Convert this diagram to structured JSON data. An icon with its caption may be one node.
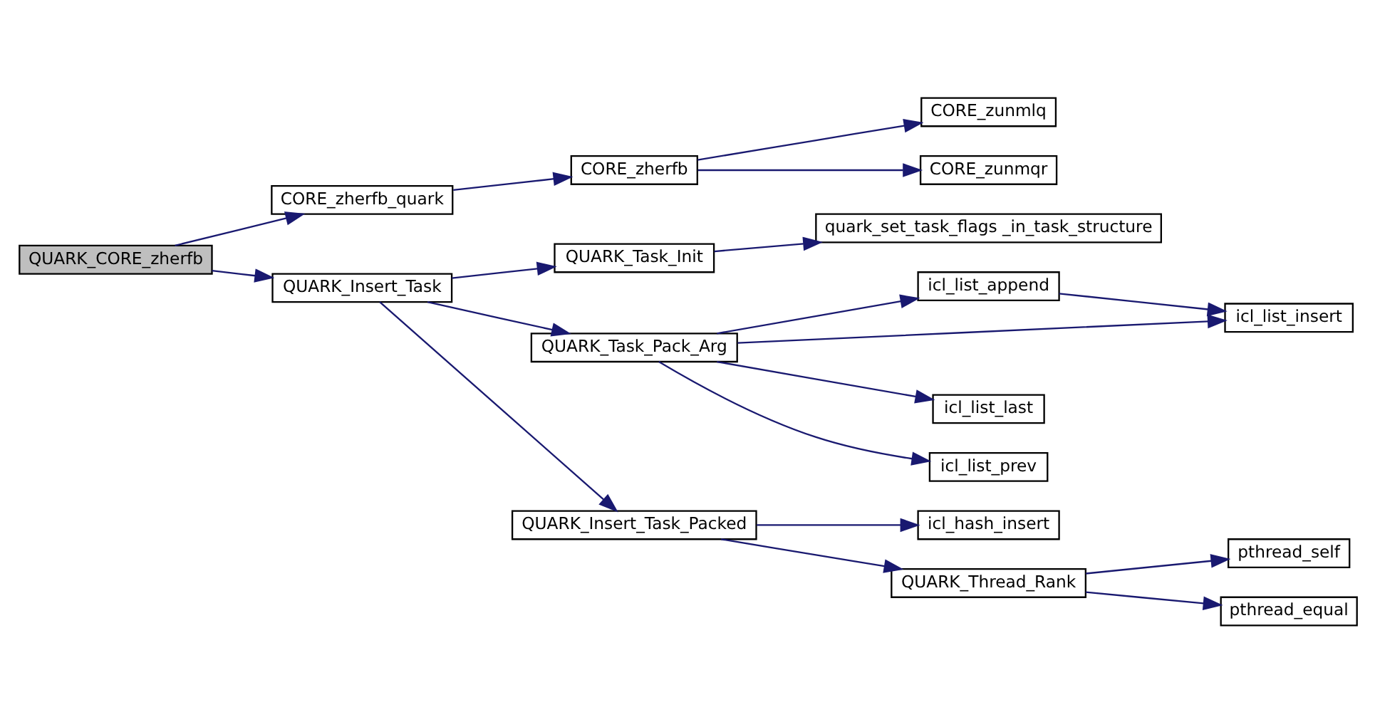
{
  "diagram": {
    "nodes": [
      {
        "text": [
          "QUARK_CORE_zherfb"
        ]
      },
      {
        "text": [
          "CORE_zherfb_quark"
        ]
      },
      {
        "text": [
          "CORE_zherfb"
        ]
      },
      {
        "text": [
          "CORE_zunmlq"
        ]
      },
      {
        "text": [
          "CORE_zunmqr"
        ]
      },
      {
        "text": [
          "QUARK_Insert_Task"
        ]
      },
      {
        "text": [
          "QUARK_Task_Init"
        ]
      },
      {
        "text": [
          "quark_set_task_flags _in_task_structure"
        ]
      },
      {
        "text": [
          "QUARK_Task_Pack_Arg"
        ]
      },
      {
        "text": [
          "icl_list_append"
        ]
      },
      {
        "text": [
          "icl_list_insert"
        ]
      },
      {
        "text": [
          "icl_list_last"
        ]
      },
      {
        "text": [
          "icl_list_prev"
        ]
      },
      {
        "text": [
          "QUARK_Insert_Task_Packed"
        ]
      },
      {
        "text": [
          "icl_hash_insert"
        ]
      },
      {
        "text": [
          "QUARK_Thread_Rank"
        ]
      },
      {
        "text": [
          "pthread_self"
        ]
      },
      {
        "text": [
          "pthread_equal"
        ]
      }
    ],
    "edges": [
      {
        "from": 0,
        "to": 1,
        "arrow": "to"
      },
      {
        "from": 0,
        "to": 5,
        "arrow": "to"
      },
      {
        "from": 1,
        "to": 2,
        "arrow": "to"
      },
      {
        "from": 2,
        "to": 3,
        "arrow": "to"
      },
      {
        "from": 2,
        "to": 4,
        "arrow": "to"
      },
      {
        "from": 5,
        "to": 6,
        "arrow": "to"
      },
      {
        "from": 5,
        "to": 8,
        "arrow": "to"
      },
      {
        "from": 5,
        "to": 13,
        "arrow": "to"
      },
      {
        "from": 6,
        "to": 7,
        "arrow": "to"
      },
      {
        "from": 8,
        "to": 9,
        "arrow": "to"
      },
      {
        "from": 8,
        "to": 10,
        "arrow": "to"
      },
      {
        "from": 8,
        "to": 11,
        "arrow": "to"
      },
      {
        "from": 8,
        "to": 12,
        "arrow": "to"
      },
      {
        "from": 9,
        "to": 10,
        "arrow": "to"
      },
      {
        "from": 13,
        "to": 14,
        "arrow": "to"
      },
      {
        "from": 13,
        "to": 15,
        "arrow": "to"
      },
      {
        "from": 15,
        "to": 16,
        "arrow": "to"
      },
      {
        "from": 15,
        "to": 17,
        "arrow": "to"
      }
    ]
  }
}
